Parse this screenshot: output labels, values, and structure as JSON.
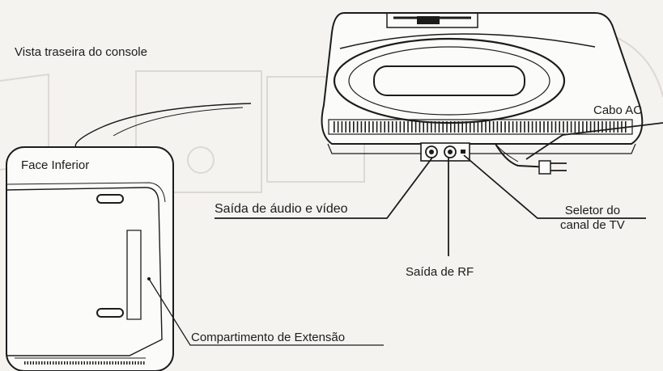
{
  "labels": {
    "rear_view": "Vista traseira do console",
    "bottom_face": "Face Inferior",
    "expansion_slot": "Compartimento de Extensão",
    "av_out": "Saída de áudio e vídeo",
    "rf_out": "Saída de RF",
    "tv_channel_selector_line1": "Seletor do",
    "tv_channel_selector_line2": "canal de TV",
    "ac_cable": "Cabo AC"
  },
  "colors": {
    "line": "#1c1c1c",
    "background": "#f4f3f0",
    "ghost": "#d9d6d0"
  }
}
